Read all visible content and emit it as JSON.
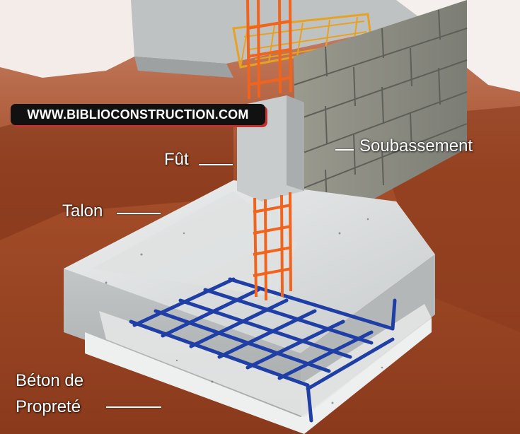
{
  "watermark": "WWW.BIBLIOCONSTRUCTION.COM",
  "labels": {
    "fut": "Fût",
    "talon": "Talon",
    "soubassement": "Soubassement",
    "beton_line1": "Béton de",
    "beton_line2": "Propreté"
  },
  "colors": {
    "soil": "#a04a26",
    "concrete": "#d9dcdc",
    "block": "#8e8f86",
    "column_rebar": "#f0641e",
    "mesh_rebar": "#1f3fa6",
    "watermark_bg": "#111111",
    "watermark_accent": "#c4302b"
  }
}
